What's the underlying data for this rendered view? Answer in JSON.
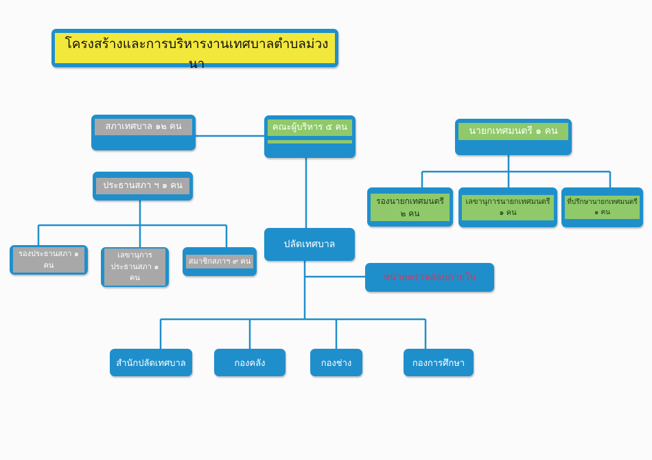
{
  "title": "โครงสร้างและการบริหารงานเทศบาลตำบลม่วงนา",
  "council": {
    "name": "สภาเทศบาล ๑๒ คน",
    "chair": "ประธานสภา ฯ ๑ คน",
    "members": [
      {
        "line1": "รองประธานสภา ๑ คน"
      },
      {
        "line1": "เลขานุการ",
        "line2": "ประธานสภา ๑ คน"
      },
      {
        "line1": "สมาชิกสภาฯ ๙ คน"
      }
    ]
  },
  "executive": {
    "name": "คณะผู้บริหาร ๕ คน",
    "mayor": "นายกเทศมนตรี ๑ คน",
    "staff": [
      {
        "line1": "รองนายกเทศมนตรี",
        "line2": "๒ คน"
      },
      {
        "line1": "เลขานุการนายกเทศมนตรี",
        "line2": "๑ คน"
      },
      {
        "line1": "ที่ปรึกษานายกเทศมนตรี",
        "line2": "๑ คน"
      }
    ]
  },
  "clerk": "ปลัดเทศบาล",
  "internal_audit": "หน่วยตรวจสอบภายใน",
  "divisions": [
    "สำนักปลัดเทศบาล",
    "กองคลัง",
    "กองช่าง",
    "กองการศึกษา"
  ],
  "colors": {
    "box": "#1f8fcc",
    "gray": "#a8a8a8",
    "green": "#8fc96a",
    "yellow": "#f2e83c",
    "red": "#d1395a"
  }
}
